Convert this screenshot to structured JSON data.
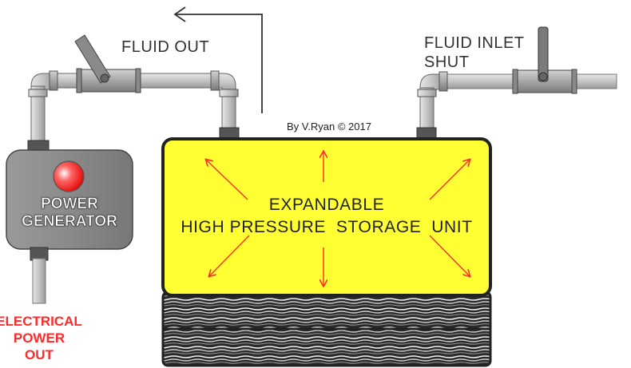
{
  "labels": {
    "fluid_out": "FLUID OUT",
    "fluid_inlet_line1": "FLUID INLET",
    "fluid_inlet_line2": "SHUT",
    "credit": "By V.Ryan © 2017",
    "generator_line1": "POWER",
    "generator_line2": "GENERATOR",
    "storage_line1": "EXPANDABLE",
    "storage_line2": "HIGH PRESSURE  STORAGE  UNIT",
    "electrical_line1": "ELECTRICAL",
    "electrical_line2": "POWER",
    "electrical_line3": "OUT"
  },
  "colors": {
    "storage_fill": "#ffff33",
    "pipe": "#c8c8c8",
    "generator_body": "#8a8a8a",
    "indicator": "#ff1a1a",
    "arrow_red": "#ff2b2b",
    "electrical_text": "#ff2b2b"
  },
  "icons": {
    "outlet_valve": "valve-lever-open-icon",
    "inlet_valve": "valve-lever-shut-icon",
    "indicator": "red-indicator-light-icon"
  }
}
